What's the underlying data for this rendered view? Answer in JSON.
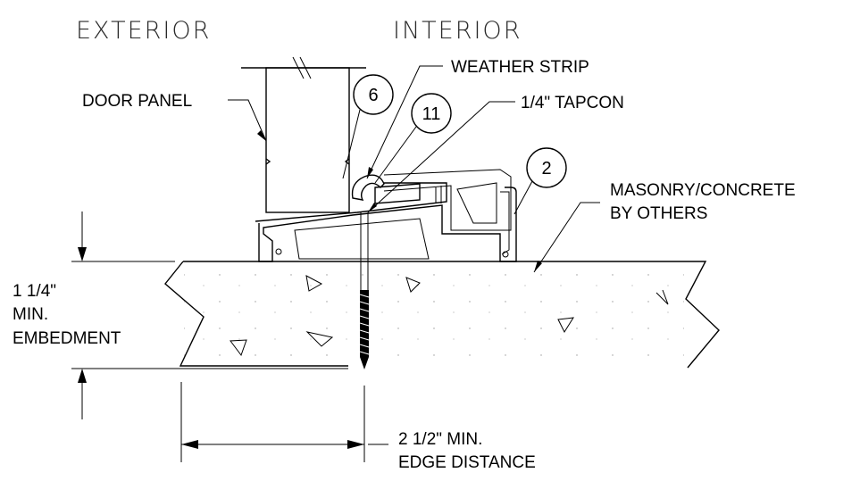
{
  "headers": {
    "exterior": "EXTERIOR",
    "interior": "INTERIOR"
  },
  "labels": {
    "door_panel": "DOOR PANEL",
    "weather_strip": "WEATHER STRIP",
    "tapcon": "1/4\"  TAPCON",
    "masonry_line1": "MASONRY/CONCRETE",
    "masonry_line2": "BY OTHERS",
    "embed_line1": "1 1/4\"",
    "embed_line2": "MIN.",
    "embed_line3": "EMBEDMENT",
    "edge_line1": "2 1/2\" MIN.",
    "edge_line2": "EDGE DISTANCE"
  },
  "callouts": {
    "c6": "6",
    "c11": "11",
    "c2": "2"
  }
}
